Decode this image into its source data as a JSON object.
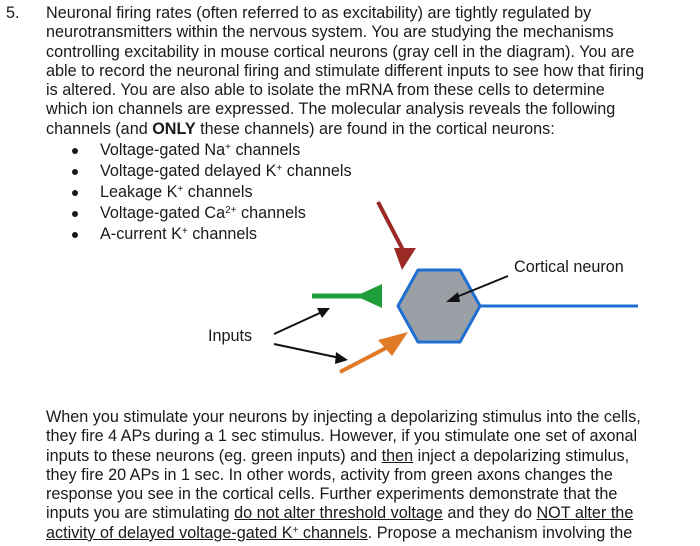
{
  "question": {
    "number": "5.",
    "intro_lines": [
      "Neuronal firing rates (often referred to as excitability) are tightly regulated by",
      "neurotransmitters within the nervous system.  You are studying the mechanisms",
      "controlling excitability in mouse cortical neurons (gray cell in the diagram).  You are",
      "able to record the neuronal firing and stimulate different inputs to see how that firing",
      "is altered.  You are also able to isolate the mRNA from these cells to determine",
      "which ion channels are expressed.  The molecular analysis reveals the following"
    ],
    "intro_last_before": "channels (and ",
    "intro_last_bold": "ONLY",
    "intro_last_after": " these channels) are found in the cortical neurons:",
    "channels": [
      {
        "text": "Voltage-gated Na",
        "sup": "+",
        "rest": " channels"
      },
      {
        "text": "Voltage-gated delayed K",
        "sup": "+",
        "rest": " channels"
      },
      {
        "text": "Leakage K",
        "sup": "+",
        "rest": " channels"
      },
      {
        "text": "Voltage-gated Ca",
        "sup": "2+",
        "rest": " channels"
      },
      {
        "text": "A-current K",
        "sup": "+",
        "rest": " channels"
      }
    ]
  },
  "diagram": {
    "neuron_label": "Cortical neuron",
    "inputs_label": "Inputs",
    "colors": {
      "neuron_fill": "#9aa0a6",
      "neuron_outline": "#1f6fd1",
      "axon": "#1f6fd1",
      "dark_red_input": "#9b2a26",
      "green_input": "#1f9e3b",
      "orange_input": "#e07a26"
    }
  },
  "para2": {
    "line1": "When you stimulate your neurons by injecting a depolarizing stimulus into the cells,",
    "line2": "they fire 4 APs during a 1 sec stimulus.  However, if you stimulate one set of axonal",
    "line3": "inputs to these neurons (eg. green inputs) and ",
    "line3_u": "then",
    "line3_end": " inject a depolarizing stimulus,",
    "line4": "they fire 20 APs in 1 sec.  In other words, activity from green axons changes the",
    "line5": "response you see in the cortical cells. Further experiments demonstrate that the",
    "line6_start": "inputs you are stimulating ",
    "line6_u1": "do not alter threshold voltage",
    "line6_mid": " and they do ",
    "line6_u2": "NOT alter the",
    "line7_u": "activity of delayed voltage-gated K",
    "line7_sup": "+",
    "line7_u_end": " channels",
    "line7_end": ".  Propose a mechanism involving the"
  }
}
